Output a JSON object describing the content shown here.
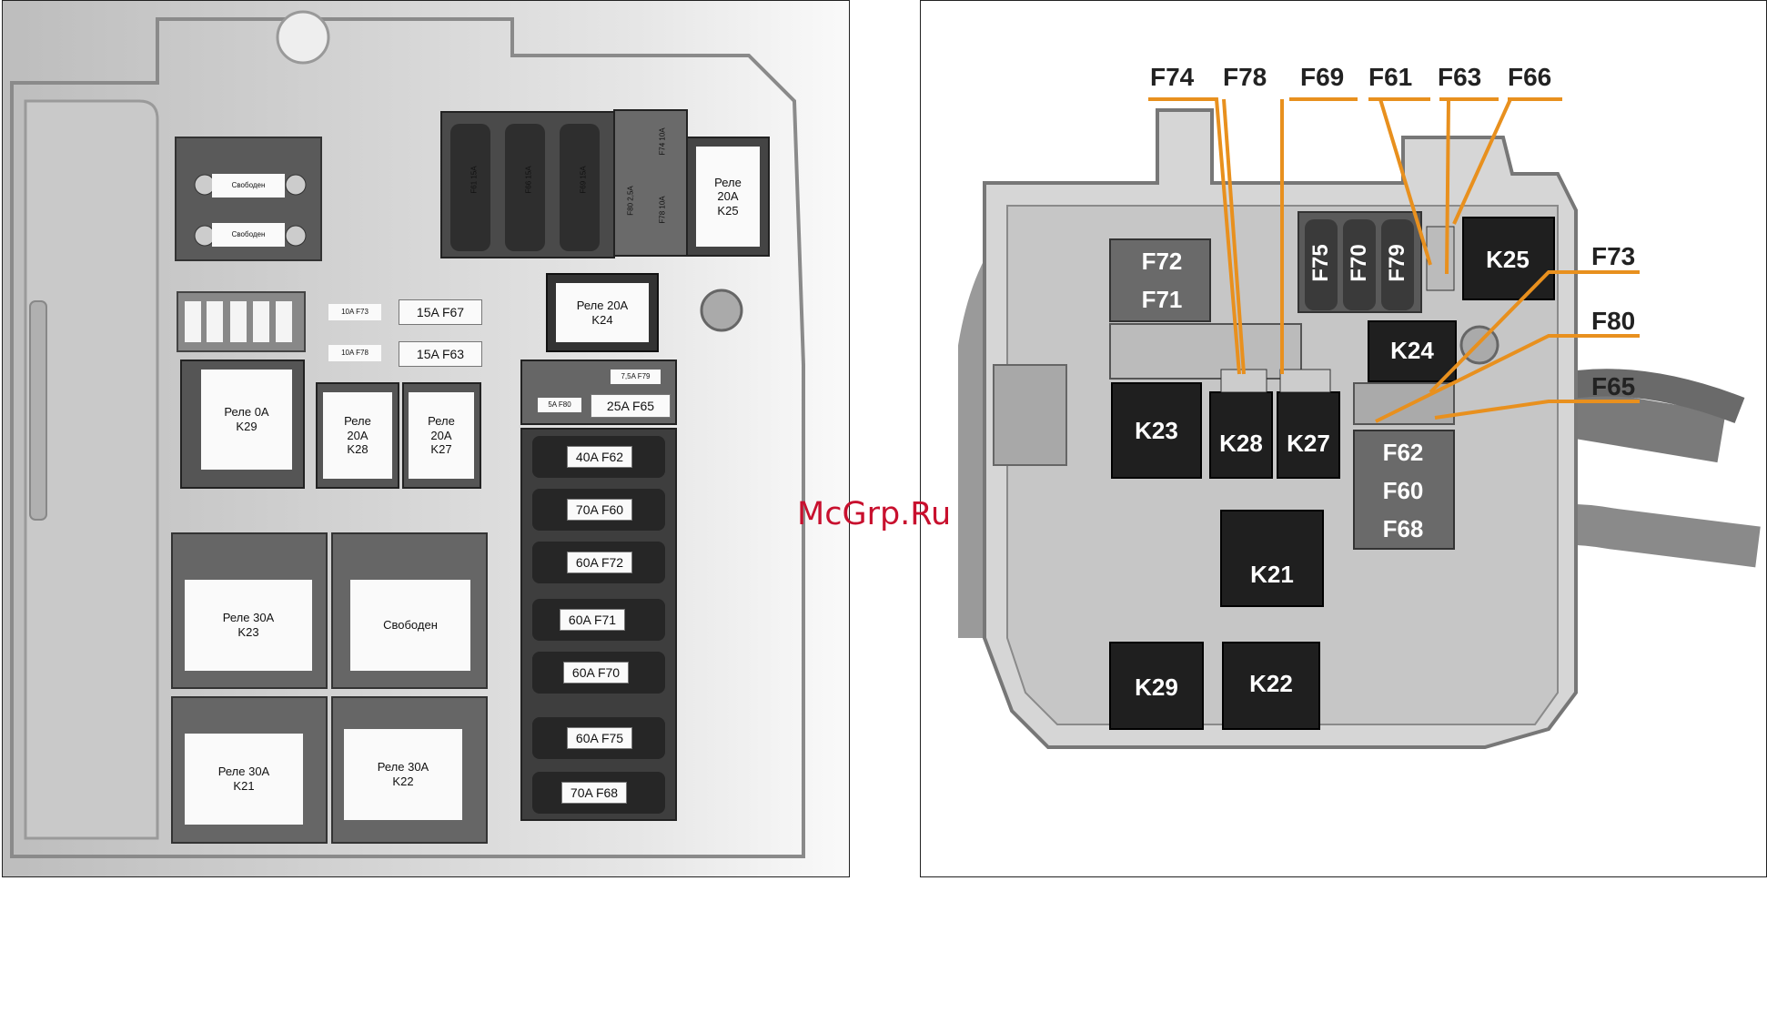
{
  "left": {
    "spare_labels": [
      "Свободен",
      "Свободен"
    ],
    "top_vertical_labels": [
      "F61 15A",
      "F66 15A",
      "F69 15A",
      "F80 2,5A",
      "F74 10A",
      "F78 10A"
    ],
    "relay_k25": "Реле\n20A\nK25",
    "relay_k24": "Реле 20A\nK24",
    "small_fuses": [
      "10A F73",
      "10A F78"
    ],
    "fuse_f67": "15A F67",
    "fuse_f63": "15A F63",
    "fuse_f79": "7,5A F79",
    "fuse_f80": "5A F80",
    "fuse_f65": "25A F65",
    "relay_k29": "Реле 0A\nK29",
    "relay_k28": "Реле\n20A\nK28",
    "relay_k27": "Реле\n20A\nK27",
    "maxi_fuses": [
      "40A F62",
      "70A F60",
      "60A F72",
      "60A F71",
      "60A F70",
      "60A F75",
      "70A F68"
    ],
    "relay_k23": "Реле 30A\nK23",
    "spare_relay": "Свободен",
    "relay_k21": "Реле 30A\nK21",
    "relay_k22": "Реле 30A\nK22"
  },
  "right": {
    "callouts_top": [
      "F74",
      "F78",
      "F69",
      "F61",
      "F63",
      "F66"
    ],
    "callouts_side": [
      "F73",
      "F80",
      "F65"
    ],
    "fuse_labels": [
      "F72",
      "F71",
      "F62",
      "F60",
      "F68"
    ],
    "vertical_fuse_labels": [
      "F75",
      "F70",
      "F79"
    ],
    "relay_labels": [
      "K25",
      "K24",
      "K23",
      "K28",
      "K27",
      "K21",
      "K29",
      "K22"
    ]
  },
  "watermark": "McGrp.Ru",
  "colors": {
    "callout_line": "#e8901e",
    "relay_dark": "#2a2a2a",
    "watermark": "#c8102e"
  }
}
